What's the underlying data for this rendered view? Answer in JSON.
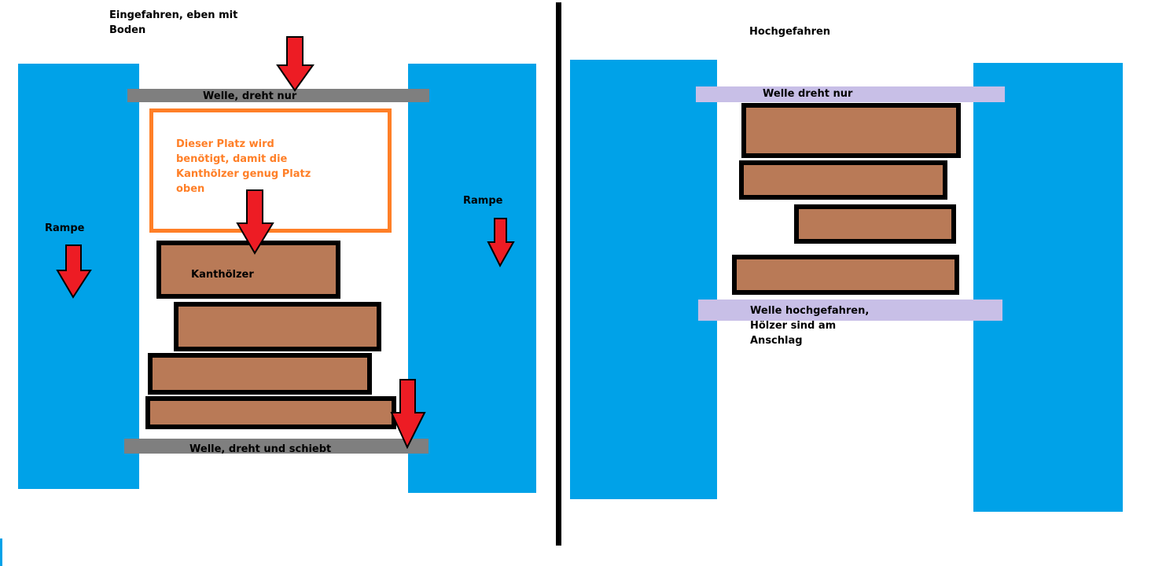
{
  "colors": {
    "ramp": "#00a2e8",
    "shaft_gray": "#7f7f7f",
    "shaft_lavender": "#c8bfe7",
    "wood": "#b97a57",
    "orange": "#ff7f27",
    "arrow": "#ed1c24",
    "divider": "#000000"
  },
  "left_panel": {
    "title": "Eingefahren, eben mit\nBoden",
    "ramp_left_label": "Rampe",
    "ramp_right_label": "Rampe",
    "top_shaft_label": "Welle, dreht nur",
    "bottom_shaft_label": "Welle, dreht und schiebt",
    "space_note": "Dieser Platz wird\nbenötigt, damit die\nKanthölzer genug Platz\noben",
    "timber_label": "Kanthölzer"
  },
  "right_panel": {
    "title": "Hochgefahren",
    "top_shaft_label": "Welle dreht nur",
    "bottom_shaft_label": "Welle hochgefahren,\nHölzer sind am\nAnschlag"
  },
  "icons": {
    "down_arrow": "down-arrow-icon"
  }
}
